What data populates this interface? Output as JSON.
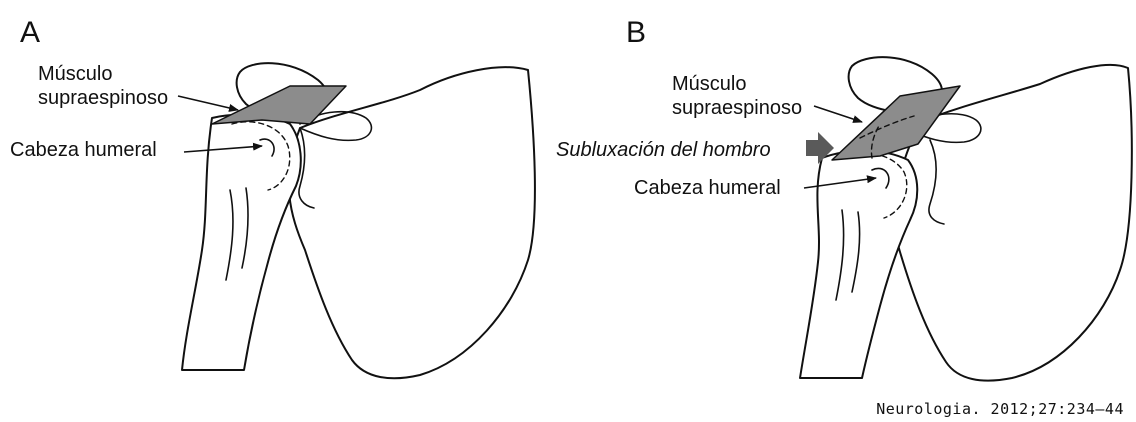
{
  "panel_a": {
    "letter": "A",
    "muscle_label_line1": "Músculo",
    "muscle_label_line2": "supraespinoso",
    "humeral_head_label": "Cabeza humeral"
  },
  "panel_b": {
    "letter": "B",
    "muscle_label_line1": "Músculo",
    "muscle_label_line2": "supraespinoso",
    "subluxation_label": "Subluxación del hombro",
    "humeral_head_label": "Cabeza humeral"
  },
  "citation": "Neurologia. 2012;27:234–44",
  "colors": {
    "muscle_fill": "#8c8c8c",
    "subluxation_arrow": "#5a5a5a",
    "ink": "#111111",
    "background": "#ffffff"
  }
}
